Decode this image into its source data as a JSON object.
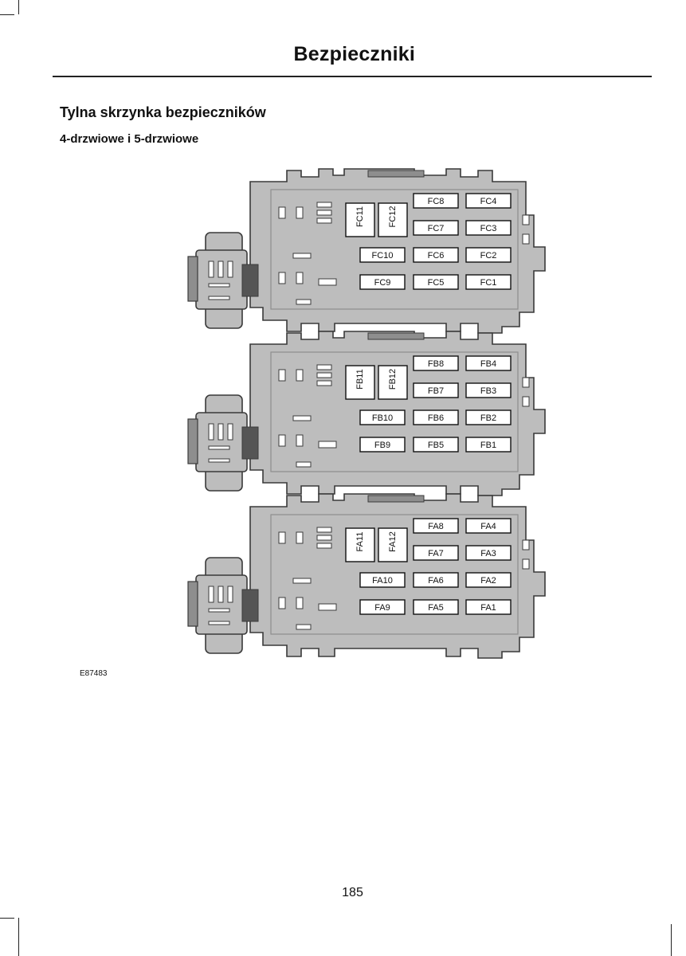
{
  "header": {
    "title": "Bezpieczniki"
  },
  "section": {
    "heading": "Tylna skrzynka bezpieczników",
    "subheading": "4-drzwiowe i 5-drzwiowe"
  },
  "figure": {
    "code": "E87483",
    "fuse_panels": [
      {
        "name": "C",
        "vertical_fuses": [
          "FC11",
          "FC12"
        ],
        "rows": [
          [
            "",
            "FC8",
            "FC4"
          ],
          [
            "",
            "FC7",
            "FC3"
          ],
          [
            "FC10",
            "FC6",
            "FC2"
          ],
          [
            "FC9",
            "FC5",
            "FC1"
          ]
        ]
      },
      {
        "name": "B",
        "vertical_fuses": [
          "FB11",
          "FB12"
        ],
        "rows": [
          [
            "",
            "FB8",
            "FB4"
          ],
          [
            "",
            "FB7",
            "FB3"
          ],
          [
            "FB10",
            "FB6",
            "FB2"
          ],
          [
            "FB9",
            "FB5",
            "FB1"
          ]
        ]
      },
      {
        "name": "A",
        "vertical_fuses": [
          "FA11",
          "FA12"
        ],
        "rows": [
          [
            "",
            "FA8",
            "FA4"
          ],
          [
            "",
            "FA7",
            "FA3"
          ],
          [
            "FA10",
            "FA6",
            "FA2"
          ],
          [
            "FA9",
            "FA5",
            "FA1"
          ]
        ]
      }
    ],
    "colors": {
      "housing": "#bdbdbd",
      "housing_dark": "#8e8e8e",
      "outline": "#3a3a3a",
      "fuse_box": "#ffffff"
    }
  },
  "footer": {
    "page_number": "185"
  }
}
